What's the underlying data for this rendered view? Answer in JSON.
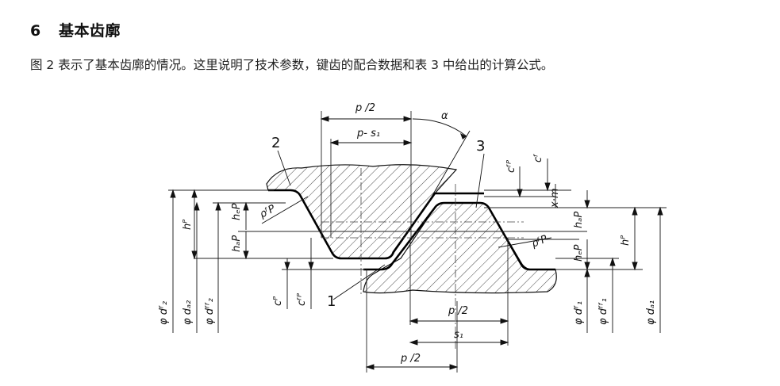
{
  "section": {
    "number": "6",
    "title": "基本齿廓",
    "paragraph": "图 2 表示了基本齿廓的情况。这里说明了技术参数，键齿的配合数据和表 3 中给出的计算公式。"
  },
  "figure": {
    "callouts": [
      "1",
      "2",
      "3"
    ],
    "labels": {
      "p_half": "p /2",
      "p_minus_s1": "p- s₁",
      "alpha": "α",
      "s1": "s₁",
      "cFP": "cᶠᴾ",
      "cF": "cᶠ",
      "xm": "x·m",
      "hfP": "hₑP",
      "haP": "hₐP",
      "hP": "hᴾ",
      "rho_fP": "ρᶠP",
      "cP": "cᴾ",
      "df2": "φ dᶠ₂",
      "da2": "φ dₐ₂",
      "dFf2": "φ dᶠᶠ₂",
      "df1": "φ dᶠ₁",
      "dFf1": "φ dᶠᶠ₁",
      "da1": "φ dₐ₁"
    }
  }
}
